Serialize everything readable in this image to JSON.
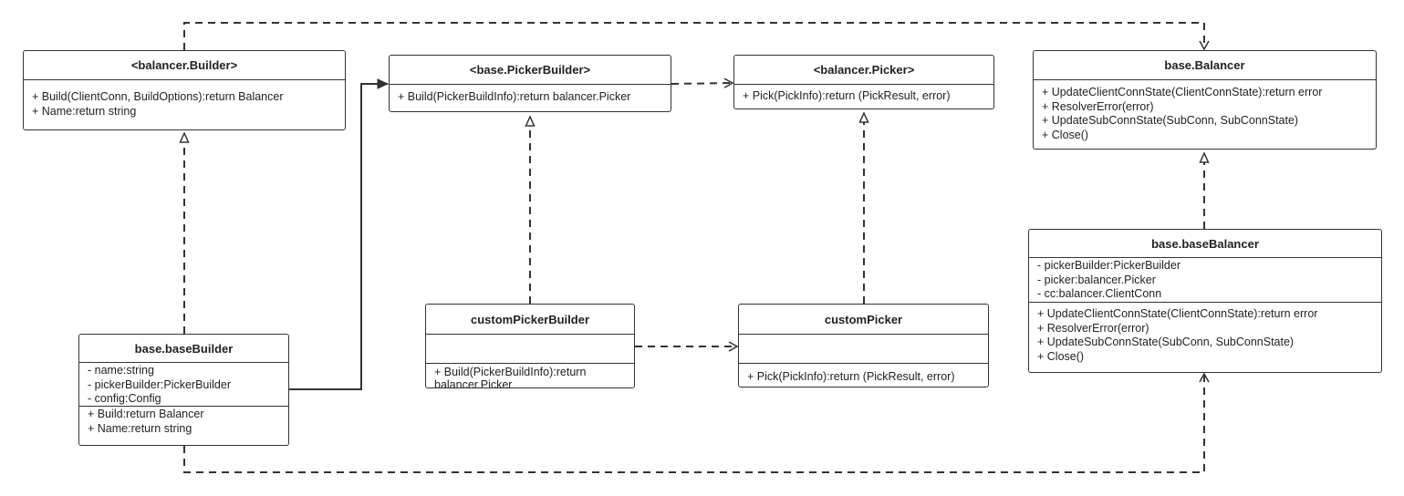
{
  "classes": {
    "balancer_builder": {
      "name": "<balancer.Builder>",
      "methods": [
        "+ Build(ClientConn, BuildOptions):return Balancer",
        "+ Name:return string"
      ]
    },
    "base_picker_builder": {
      "name": "<base.PickerBuilder>",
      "methods": [
        "+ Build(PickerBuildInfo):return balancer.Picker"
      ]
    },
    "balancer_picker": {
      "name": "<balancer.Picker>",
      "methods": [
        "+ Pick(PickInfo):return (PickResult, error)"
      ]
    },
    "base_balancer": {
      "name": "base.Balancer",
      "methods": [
        "+ UpdateClientConnState(ClientConnState):return error",
        "+ ResolverError(error)",
        "+ UpdateSubConnState(SubConn, SubConnState)",
        "+ Close()"
      ]
    },
    "base_base_builder": {
      "name": "base.baseBuilder",
      "fields": [
        "- name:string",
        "- pickerBuilder:PickerBuilder",
        "- config:Config"
      ],
      "methods": [
        "+ Build:return Balancer",
        "+ Name:return string"
      ]
    },
    "custom_picker_builder": {
      "name": "customPickerBuilder",
      "methods": [
        "+ Build(PickerBuildInfo):return balancer.Picker"
      ]
    },
    "custom_picker": {
      "name": "customPicker",
      "methods": [
        "+ Pick(PickInfo):return (PickResult, error)"
      ]
    },
    "base_base_balancer": {
      "name": "base.baseBalancer",
      "fields": [
        "- pickerBuilder:PickerBuilder",
        "- picker:balancer.Picker",
        "- cc:balancer.ClientConn"
      ],
      "methods": [
        "+ UpdateClientConnState(ClientConnState):return error",
        "+ ResolverError(error)",
        "+ UpdateSubConnState(SubConn, SubConnState)",
        "+ Close()"
      ]
    }
  },
  "colors": {
    "line": "#333333",
    "border": "#333333",
    "background": "#ffffff"
  }
}
